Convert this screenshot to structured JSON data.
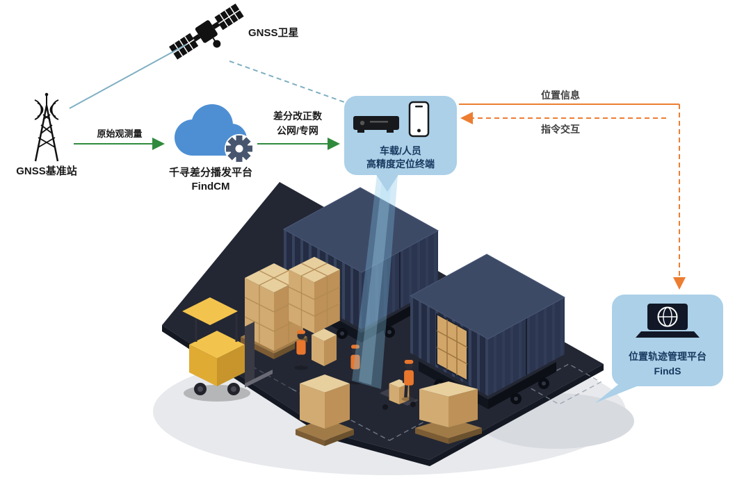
{
  "diagram": {
    "satellite": {
      "label": "GNSS卫星"
    },
    "base_station": {
      "label": "GNSS基准站"
    },
    "link_raw_observation": {
      "label": "原始观测量"
    },
    "cloud_platform": {
      "title": "千寻差分播发平台",
      "product": "FindCM"
    },
    "link_corrections": {
      "line1": "差分改正数",
      "line2": "公网/专网"
    },
    "terminal": {
      "line1": "车载/人员",
      "line2": "高精度定位终端"
    },
    "link_position_info": {
      "label": "位置信息"
    },
    "link_command": {
      "label": "指令交互"
    },
    "finds_platform": {
      "title": "位置轨迹管理平台",
      "product": "FindS"
    }
  },
  "colors": {
    "arrow_green": "#2F8B3C",
    "arrow_orange": "#ED7D31",
    "link_teal": "#7FAFC2",
    "bubble_blue": "#ABD0E8",
    "bubble_text_navy": "#17375E",
    "cloud_blue": "#4E8FD4",
    "gear_slate": "#47566E",
    "container_navy": "#232C42",
    "platform_dark": "#232733",
    "crate_tan": "#D2AB72",
    "forklift_yellow": "#F3C44D",
    "beam_blue": "#7EC3E8"
  }
}
